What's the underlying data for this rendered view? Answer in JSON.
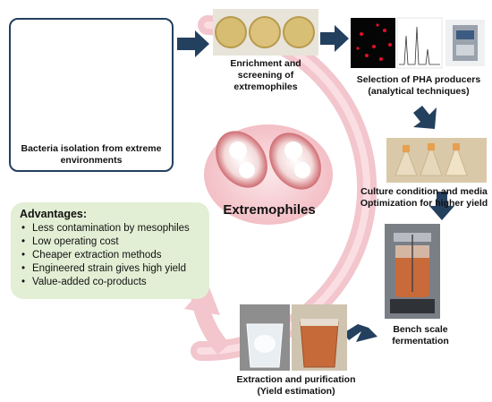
{
  "stages": {
    "isolation": "Bacteria isolation from extreme environments",
    "enrichment": "Enrichment and screening of extremophiles",
    "selection": "Selection of PHA producers (analytical techniques)",
    "optimization": "Culture condition and media Optimization for higher yield",
    "fermentation": "Bench scale fermentation",
    "extraction": "Extraction and purification (Yield estimation)"
  },
  "center": {
    "title": "Extremophiles"
  },
  "advantages": {
    "title": "Advantages:",
    "items": [
      "Less contamination by mesophiles",
      "Low operating cost",
      "Cheaper extraction methods",
      "Engineered strain gives high yield",
      "Value-added co-products"
    ]
  },
  "icons": {
    "percent_symbol": "%"
  },
  "colors": {
    "ring": "#f2c6cc",
    "arrow": "#24405f",
    "box_border": "#24405f",
    "advantages_bg": "#e3efd5",
    "cell": "#c0303a"
  }
}
